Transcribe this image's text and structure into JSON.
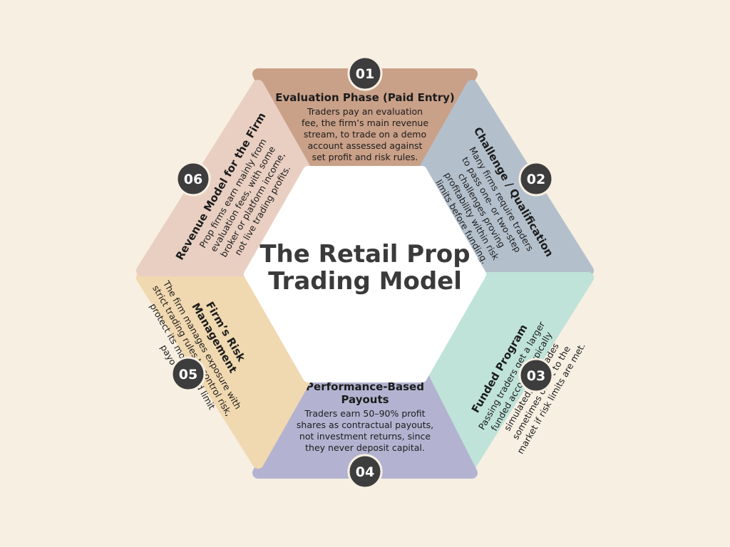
{
  "background": "#f7efe2",
  "center": {
    "title_line1": "The Retail Prop",
    "title_line2": "Trading Model",
    "fill": "#ffffff"
  },
  "badge_color": "#3d3d3d",
  "segments": [
    {
      "number": "01",
      "title_lines": [
        "Evaluation Phase (Paid Entry)"
      ],
      "body_lines": [
        "Traders pay an evaluation",
        "fee, the firm’s main revenue",
        "stream, to trade on a demo",
        "account assessed against",
        "set profit and risk rules."
      ],
      "color": "#c9a088"
    },
    {
      "number": "02",
      "title_lines": [
        "Challenge / Qualification"
      ],
      "body_lines": [
        "Many firms require traders",
        "to pass one- or two-step",
        "challenges proving",
        "profitability within risk",
        "limits before funding."
      ],
      "color": "#b3c0cc"
    },
    {
      "number": "03",
      "title_lines": [
        "Funded Program"
      ],
      "body_lines": [
        "Passing traders get a larger",
        "funded account, typically",
        "simulated, with trades",
        "sometimes offset to the",
        "market if risk limits are met."
      ],
      "color": "#bfe3d9"
    },
    {
      "number": "04",
      "title_lines": [
        "Performance-Based",
        "Payouts"
      ],
      "body_lines": [
        "Traders earn 50–90% profit",
        "shares as contractual payouts,",
        "not investment returns, since",
        "they never deposit capital."
      ],
      "color": "#b3b3d1"
    },
    {
      "number": "05",
      "title_lines": [
        "Firm’s Risk",
        "Management"
      ],
      "body_lines": [
        "The firm manages exposure with",
        "strict trading rules to control risk,",
        "protect its model, and limit",
        "payouts."
      ],
      "color": "#f0d8b0"
    },
    {
      "number": "06",
      "title_lines": [
        "Revenue Model for the Firm"
      ],
      "body_lines": [
        "Prop firms earn mainly from",
        "evaluation fees, with some",
        "broker or platform income,",
        "not live trading profits."
      ],
      "color": "#e9cfc2"
    }
  ]
}
